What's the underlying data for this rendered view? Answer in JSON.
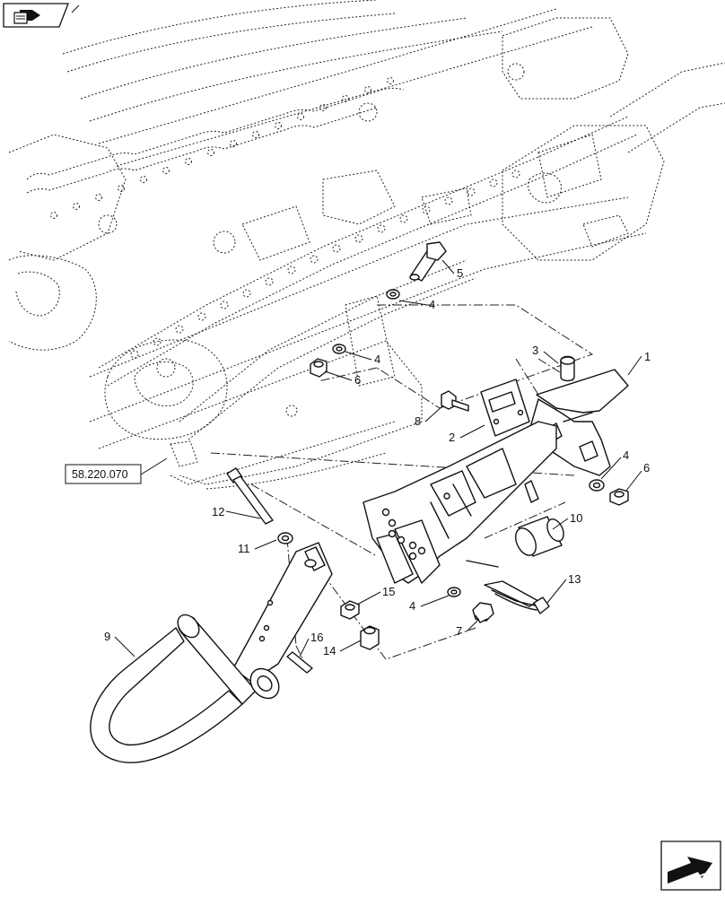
{
  "callouts": [
    "1",
    "2",
    "3",
    "4",
    "4",
    "4",
    "4",
    "5",
    "6",
    "6",
    "7",
    "8",
    "9",
    "10",
    "11",
    "12",
    "13",
    "14",
    "15",
    "16"
  ],
  "reference_label": "58.220.070",
  "icons": {
    "top_left": "book-arrow-icon",
    "bottom_right": "next-page-arrow-icon"
  }
}
